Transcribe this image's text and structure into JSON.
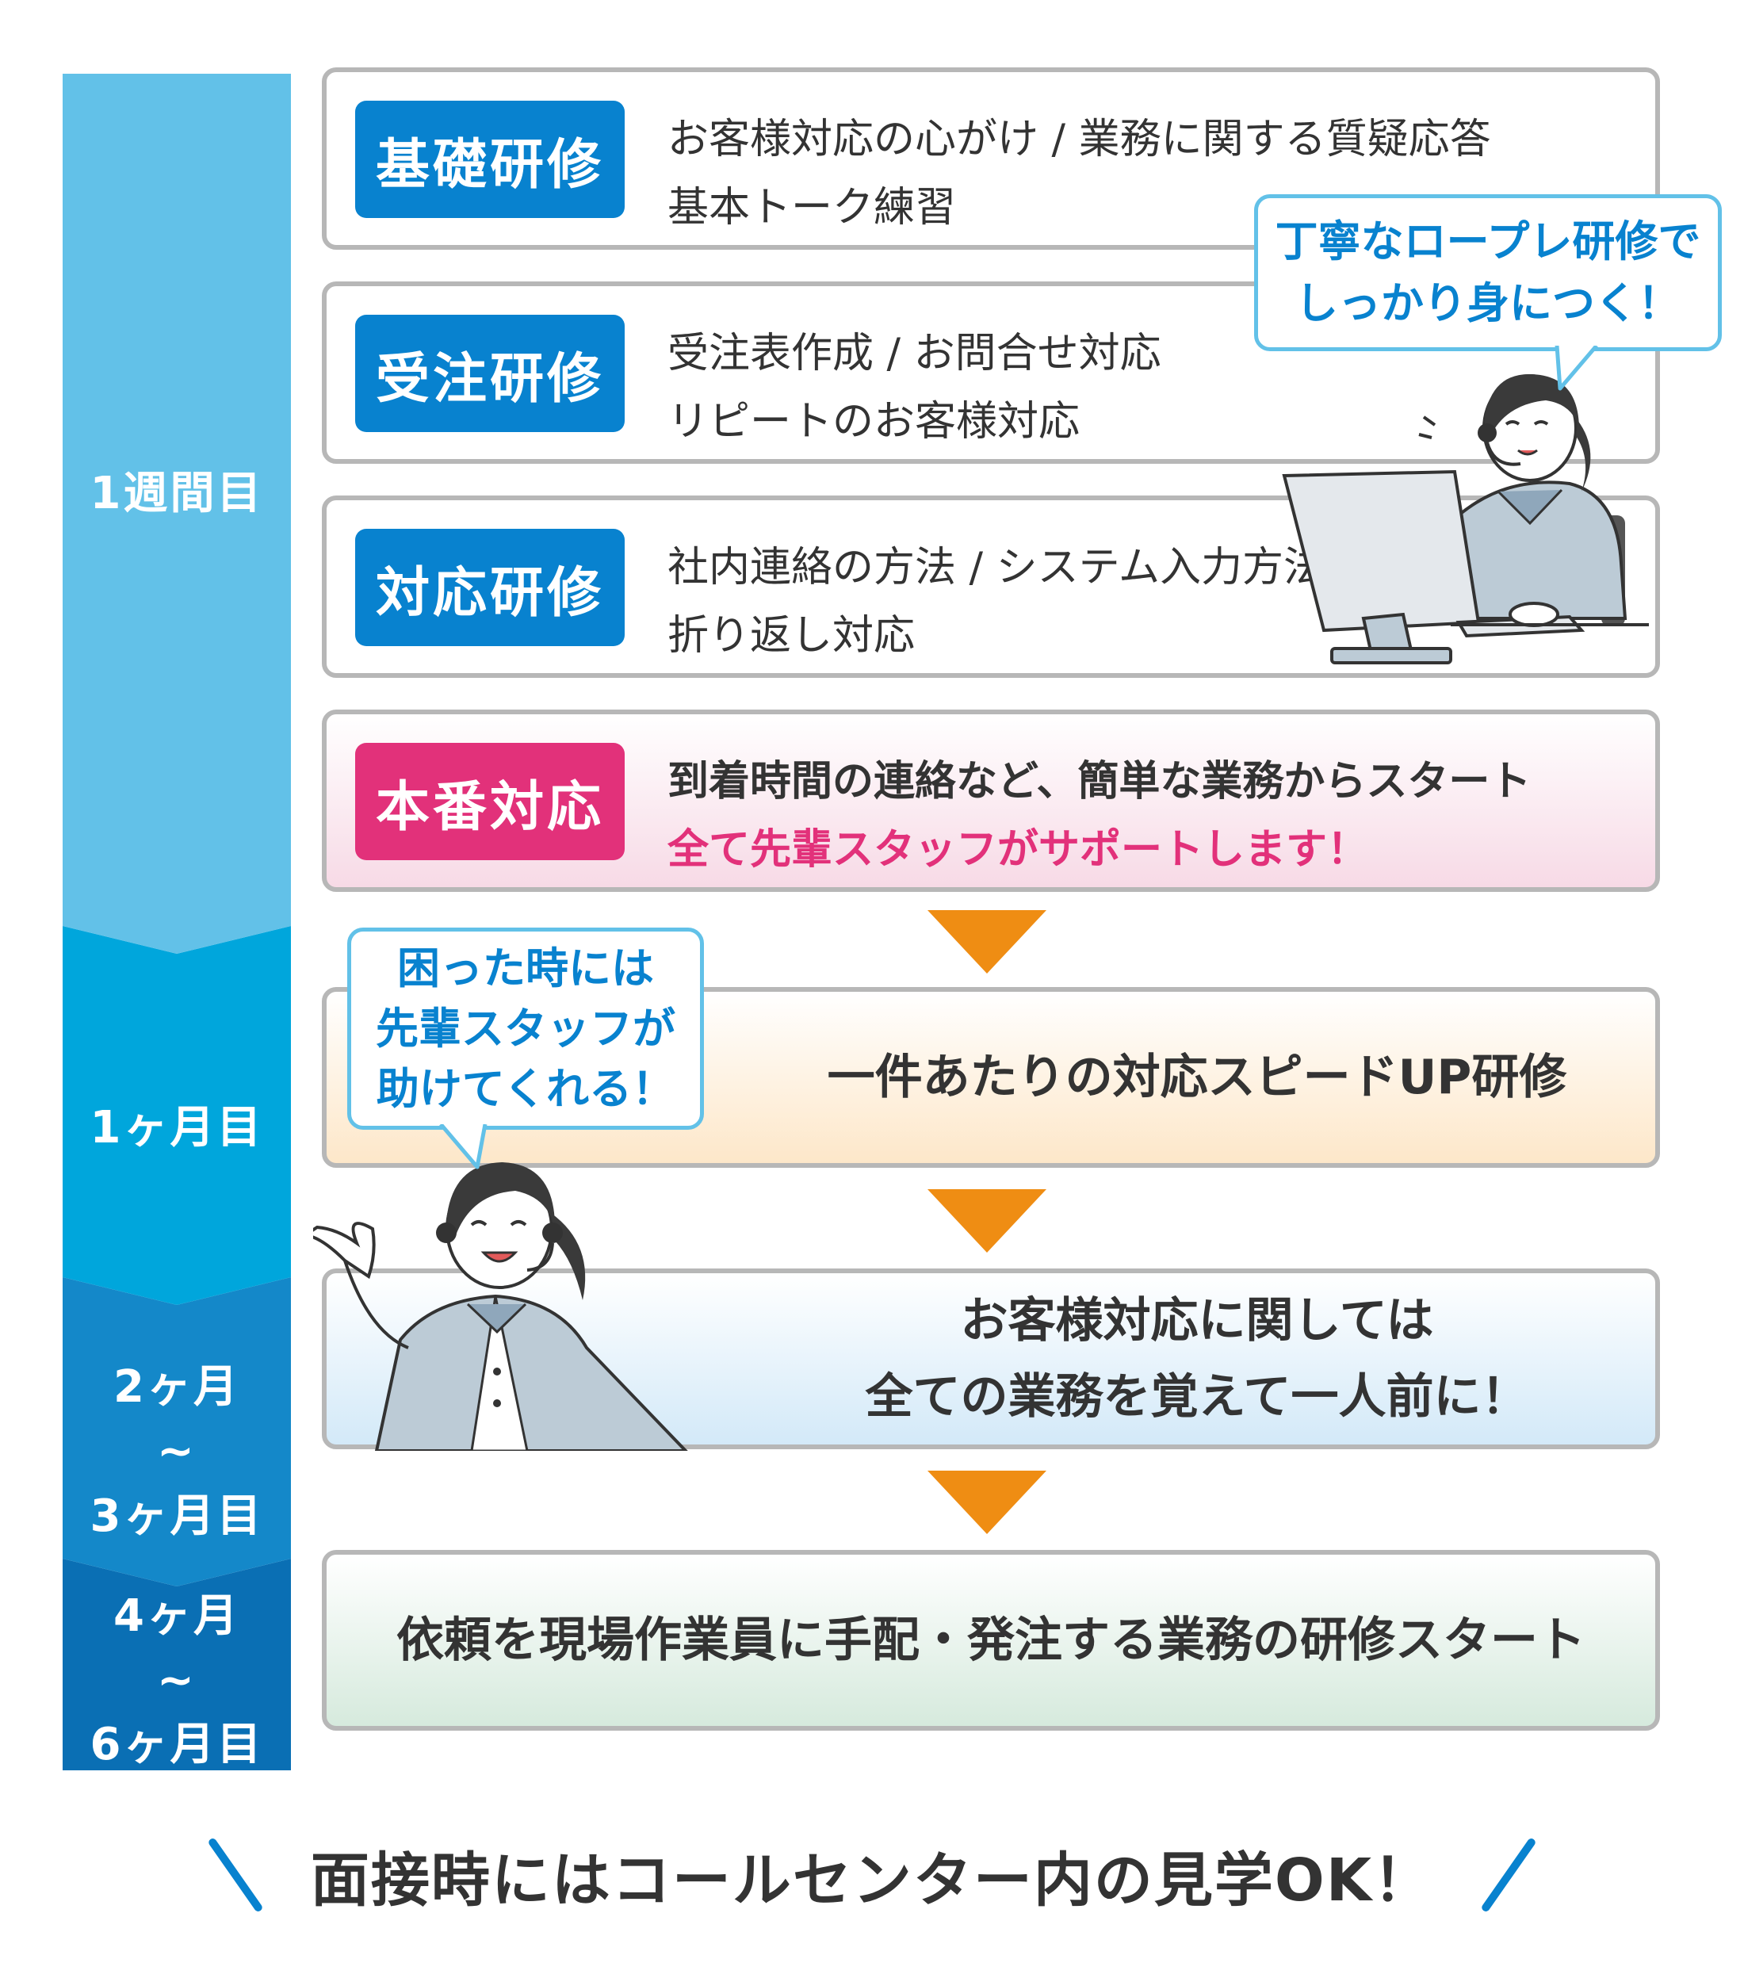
{
  "timeline": {
    "phase1": "1週間目",
    "phase2": "1ヶ月目",
    "phase3": "2ヶ月\n~\n3ヶ月目",
    "phase4": "4ヶ月\n~\n6ヶ月目"
  },
  "steps": [
    {
      "badge": "基礎研修",
      "lines": [
        "お客様対応の心がけ / 業務に関する質疑応答",
        "基本トーク練習"
      ]
    },
    {
      "badge": "受注研修",
      "lines": [
        "受注表作成 / お問合せ対応",
        "リピートのお客様対応"
      ]
    },
    {
      "badge": "対応研修",
      "lines": [
        "社内連絡の方法 / システム入力方法",
        "折り返し対応"
      ]
    },
    {
      "badge": "本番対応",
      "lines": [
        "到着時間の連絡など、簡単な業務からスタート",
        "全て先輩スタッフがサポートします！"
      ]
    }
  ],
  "stages": {
    "month1": "一件あたりの対応スピードUP研修",
    "month2_3": [
      "お客様対応に関しては",
      "全ての業務を覚えて一人前に！"
    ],
    "month4_6": "依頼を現場作業員に手配・発注する業務の研修スタート"
  },
  "bubbles": {
    "top": [
      "丁寧なロープレ研修で",
      "しっかり身につく！"
    ],
    "bottom": [
      "困った時には",
      "先輩スタッフが",
      "助けてくれる！"
    ]
  },
  "footer": "面接時にはコールセンター内の見学OK！",
  "colors": {
    "badge_blue": "#0882cf",
    "badge_pink": "#e2317a",
    "arrow_orange": "#ef8d13",
    "timeline": [
      "#62c1e8",
      "#00a6dc",
      "#1488c9",
      "#0a6fb4"
    ]
  }
}
